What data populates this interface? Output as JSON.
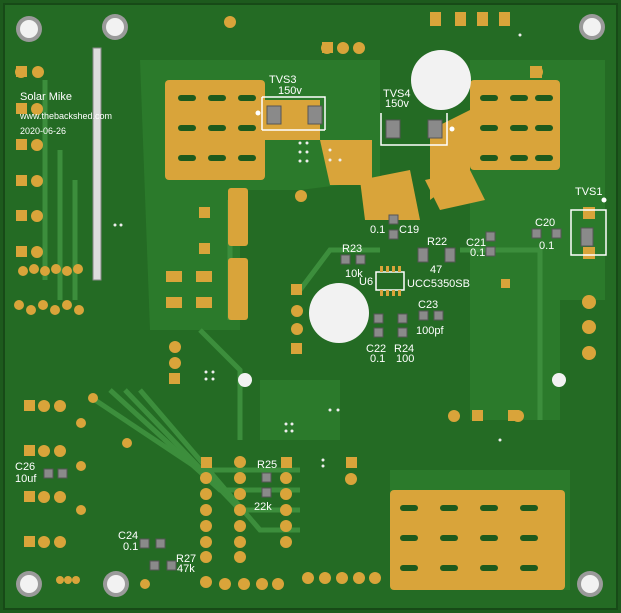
{
  "board": {
    "author": "Solar Mike",
    "website": "www.thebackshed.com",
    "date": "2020-06-26"
  },
  "labels": {
    "tvs3": "TVS3",
    "tvs3_value": "150v",
    "tvs4": "TVS4",
    "tvs4_value": "150v",
    "tvs1": "TVS1",
    "c19_value": "0.1",
    "c19": "C19",
    "r22": "R22",
    "r22_value": "47",
    "c21": "C21",
    "c21_value": "0.1",
    "c20": "C20",
    "c20_value": "0.1",
    "r23": "R23",
    "r23_value": "10k",
    "u6": "U6",
    "u6_part": "UCC5350SB",
    "c23": "C23",
    "c23_value": "100pf",
    "c22": "C22",
    "c22_value": "0.1",
    "r24": "R24",
    "r24_value": "100",
    "c26": "C26",
    "c26_value": "10uf",
    "r25": "R25",
    "r25_value": "22k",
    "c24": "C24",
    "c24_value": "0.1",
    "r27": "R27",
    "r27_value": "47k"
  },
  "colors": {
    "board": "#1d5a1d",
    "copper": "#2b7a2b",
    "trace": "#3c8e3c",
    "pad": "#d9a43a",
    "silk": "#ffffff",
    "hole": "#f2f2f2"
  }
}
